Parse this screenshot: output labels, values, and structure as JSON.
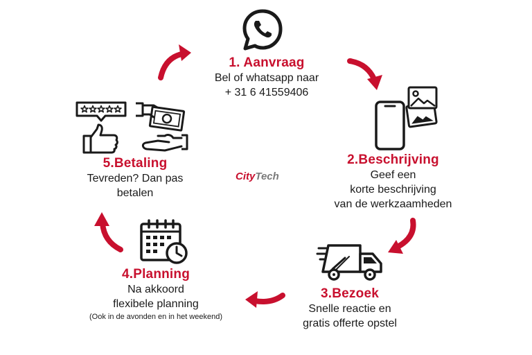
{
  "brand": {
    "part1": "City",
    "part2": "Tech"
  },
  "steps": {
    "aanvraag": {
      "title": "1. Aanvraag",
      "lines": [
        "Bel of whatsapp naar",
        "+ 31 6 41559406"
      ]
    },
    "beschrijving": {
      "title": "2.Beschrijving",
      "lines": [
        "Geef een",
        "korte beschrijving",
        "van de werkzaamheden"
      ]
    },
    "bezoek": {
      "title": "3.Bezoek",
      "lines": [
        "Snelle reactie en",
        "gratis offerte opstel"
      ]
    },
    "planning": {
      "title": "4.Planning",
      "lines": [
        "Na akkoord",
        "flexibele planning"
      ],
      "note": "(Ook in de avonden en in het weekend)"
    },
    "betaling": {
      "title": "5.Betaling",
      "lines": [
        "Tevreden? Dan pas",
        "betalen"
      ]
    }
  },
  "icons": {
    "aanvraag": "whatsapp-icon",
    "beschrijving": "phone-photos-icon",
    "bezoek": "delivery-truck-icon",
    "planning": "calendar-clock-icon",
    "betaling": [
      "rating-stars-icon",
      "thumbs-up-icon",
      "cash-payment-icon"
    ]
  },
  "colors": {
    "accent": "#c8102e",
    "text": "#1a1a1a",
    "brand_secondary": "#7a7a7a"
  }
}
